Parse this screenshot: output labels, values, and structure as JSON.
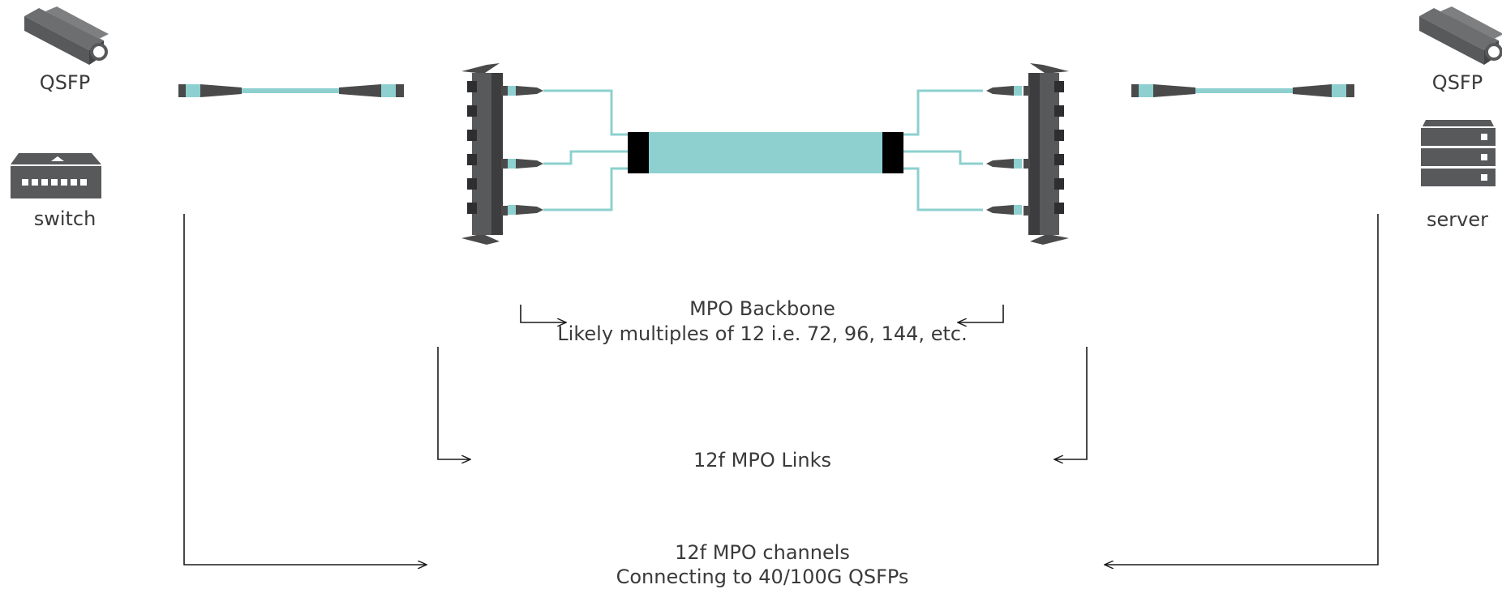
{
  "devices": {
    "left_transceiver_label": "QSFP",
    "right_transceiver_label": "QSFP",
    "left_device_label": "switch",
    "right_device_label": "server"
  },
  "annotations": {
    "backbone_title": "MPO Backbone",
    "backbone_detail": "Likely multiples of 12 i.e. 72, 96, 144, etc.",
    "links_title": "12f MPO Links",
    "channels_title": "12f MPO channels",
    "channels_detail": "Connecting to 40/100G QSFPs"
  },
  "colors": {
    "cable": "#8dd0cf",
    "device": "#58595b",
    "connector": "#4a4a4a",
    "black": "#000000",
    "line": "#1a1a1a",
    "text": "#3a3a3a"
  },
  "icons": [
    "qsfp-transceiver-icon",
    "network-switch-icon",
    "server-rack-icon",
    "mpo-cassette-icon",
    "mpo-trunk-cable-icon",
    "mpo-patch-cord-icon"
  ]
}
